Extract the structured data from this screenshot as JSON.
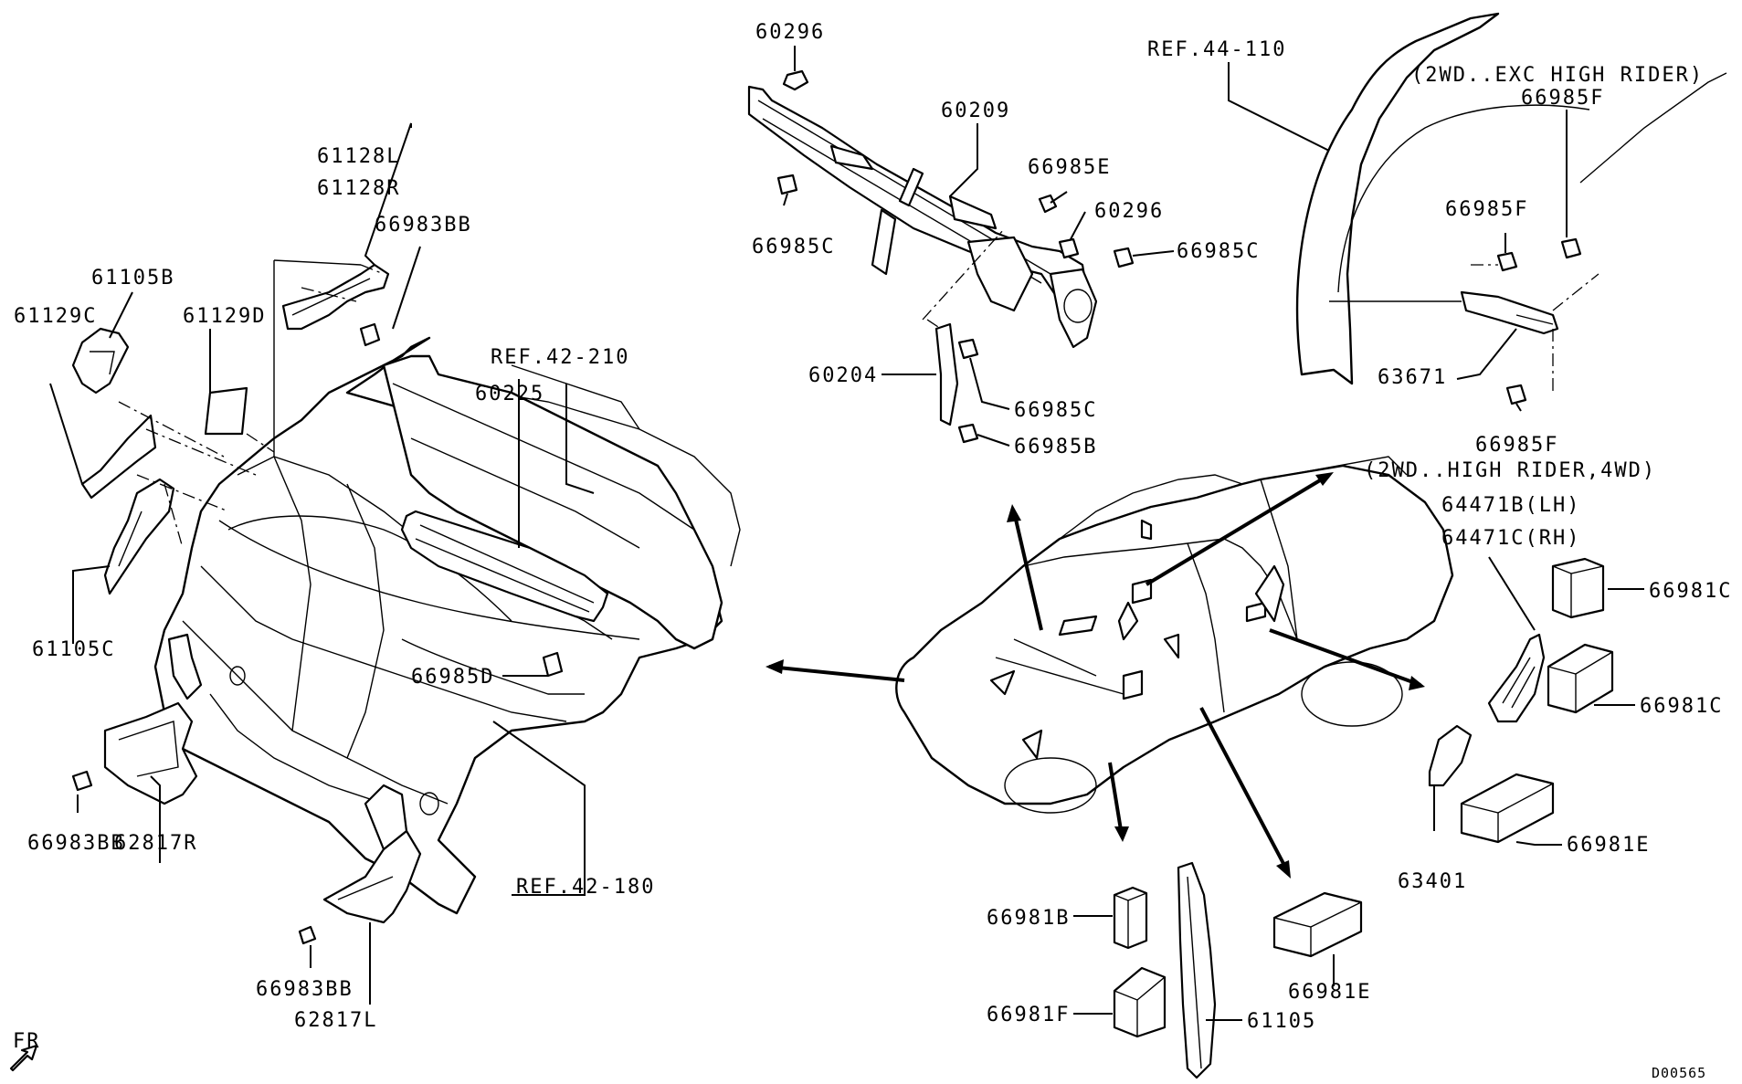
{
  "labels": {
    "p60296_top": "60296",
    "p60209": "60209",
    "p66985E": "66985E",
    "p60296_right": "60296",
    "p66985C_right": "66985C",
    "p66985C_left": "66985C",
    "p60204": "60204",
    "p66985C_mid": "66985C",
    "p66985B": "66985B",
    "ref44_110": "REF.44-110",
    "note_2wd_exc": "(2WD..EXC HIGH RIDER)",
    "p66985F_top": "66985F",
    "p66985F_mid": "66985F",
    "p63671": "63671",
    "p66985F_bot": "66985F",
    "note_2wd_high": "(2WD..HIGH RIDER,4WD)",
    "p61128L": "61128L",
    "p61128R": "61128R",
    "p66983BB_top": "66983BB",
    "p61105B": "61105B",
    "p61129C": "61129C",
    "p61129D": "61129D",
    "ref42_210": "REF.42-210",
    "p60225": "60225",
    "p61105C": "61105C",
    "p66985D": "66985D",
    "p66983BB_left": "66983BB",
    "p62817R": "62817R",
    "ref42_180": "REF.42-180",
    "p66983BB_bot": "66983BB",
    "p62817L": "62817L",
    "fr": "FR",
    "p64471B": "64471B(LH)",
    "p64471C": "64471C(RH)",
    "p66981C_top": "66981C",
    "p66981C_mid": "66981C",
    "p66981E_right": "66981E",
    "p63401": "63401",
    "p66981B": "66981B",
    "p66981F": "66981F",
    "p61105": "61105",
    "p66981E_bot": "66981E",
    "code": "D00565"
  }
}
